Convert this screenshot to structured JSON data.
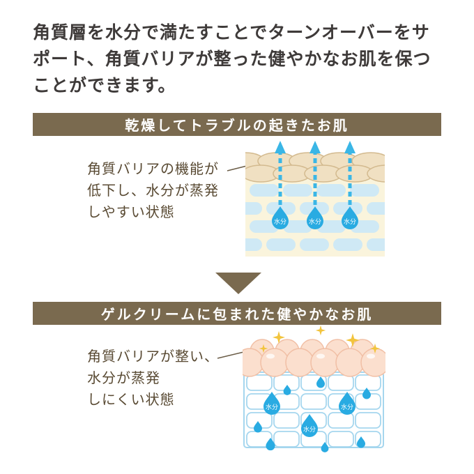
{
  "intro": {
    "text": "角質層を水分で満たすことでターンオーバーをサ\nポート、角質バリアが整った健やかなお肌を保つ\nことができます。"
  },
  "dry_section": {
    "banner": "乾燥してトラブルの起きたお肌",
    "caption": "角質バリアの機能が\n低下し、水分が蒸発\nしやすい状態",
    "drop_label": "水分"
  },
  "healthy_section": {
    "banner": "ゲルクリームに包まれた健やかなお肌",
    "caption": "角質バリアが整い、\n水分が蒸発\nしにくい状態",
    "drop_label": "水分"
  },
  "colors": {
    "banner_bg": "#7a6a4f",
    "intro_text": "#3e3a39",
    "caption_text": "#594a33",
    "water_blue": "#29abe2",
    "arrow_cyan": "#3ab6e6",
    "skin_cell_tan": "#f0e0c2",
    "block_cream": "#faf4dc",
    "cell_pale_blue": "#cfe9f5",
    "bump_pink": "#fbdfce",
    "sparkle_gold": "#f2c43d",
    "grid_blue": "#a5d6ee",
    "down_arrow_brown": "#7a6a4f"
  }
}
